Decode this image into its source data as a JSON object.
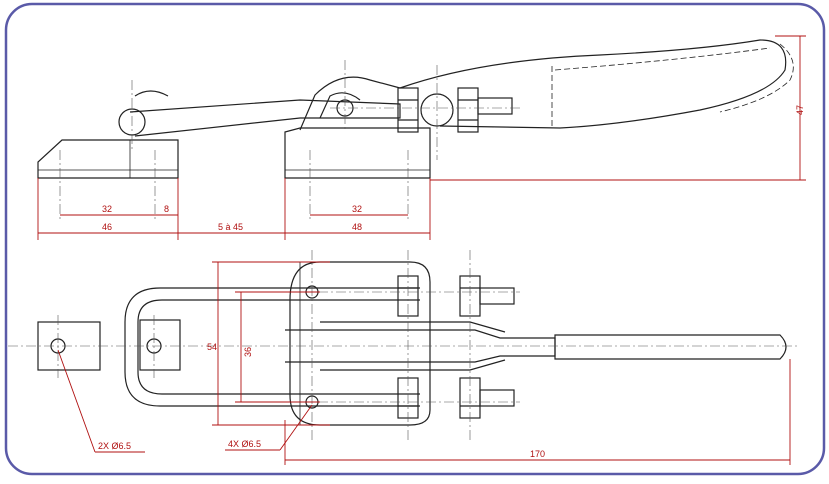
{
  "colors": {
    "border": "#5a5aa8",
    "line": "#222222",
    "dimension": "#b01010",
    "center": "#555555"
  },
  "dimensions": {
    "d32_left": "32",
    "d8": "8",
    "d46": "46",
    "d5a45": "5 à 45",
    "d32_right": "32",
    "d48": "48",
    "d47": "47",
    "d54": "54",
    "d36": "36",
    "d2x": "2X Ø6.5",
    "d4x": "4X Ø6.5",
    "d170": "170"
  }
}
